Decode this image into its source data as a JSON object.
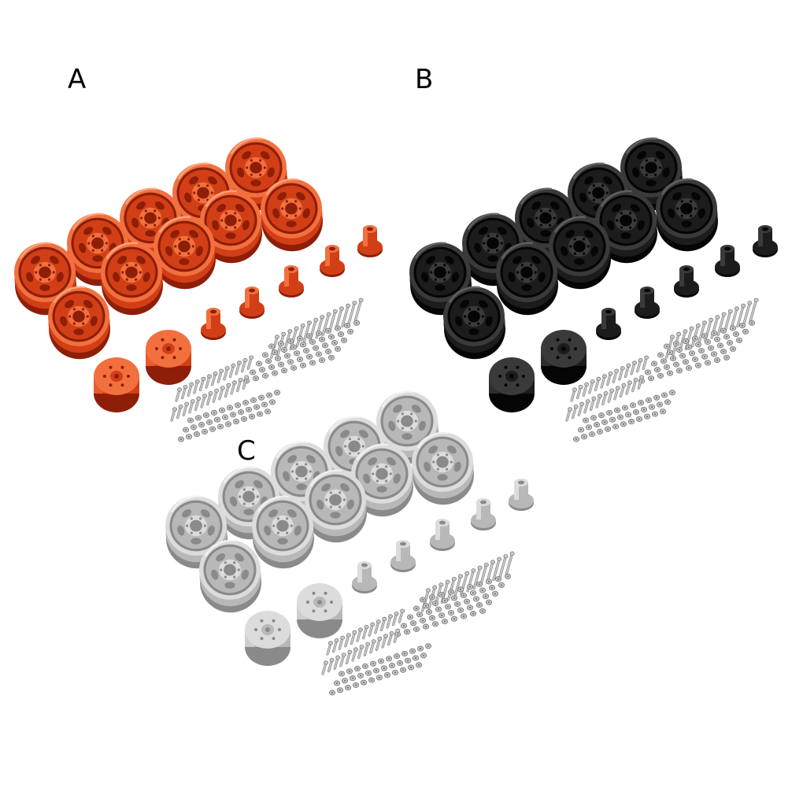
{
  "labels": {
    "a": "A",
    "b": "B",
    "c": "C"
  },
  "sets": [
    {
      "id": "a",
      "name": "red",
      "colors": {
        "dark": "#8e1e08",
        "mid": "#d23f16",
        "light": "#f2703e",
        "hi": "#ffb08a"
      }
    },
    {
      "id": "b",
      "name": "black",
      "colors": {
        "dark": "#050505",
        "mid": "#1c1c1c",
        "light": "#3a3a3a",
        "hi": "#6a6a6a"
      }
    },
    {
      "id": "c",
      "name": "silver",
      "colors": {
        "dark": "#8a8a8a",
        "mid": "#b8b8b8",
        "light": "#dcdcdc",
        "hi": "#f6f6f6"
      }
    }
  ],
  "hardware_color": {
    "body": "#c9c9c9",
    "edge": "#7a7a7a",
    "hi": "#f2f2f2"
  },
  "counts": {
    "wheels_per_set": 10,
    "hubs_per_set": 5,
    "drums_per_set": 2
  }
}
